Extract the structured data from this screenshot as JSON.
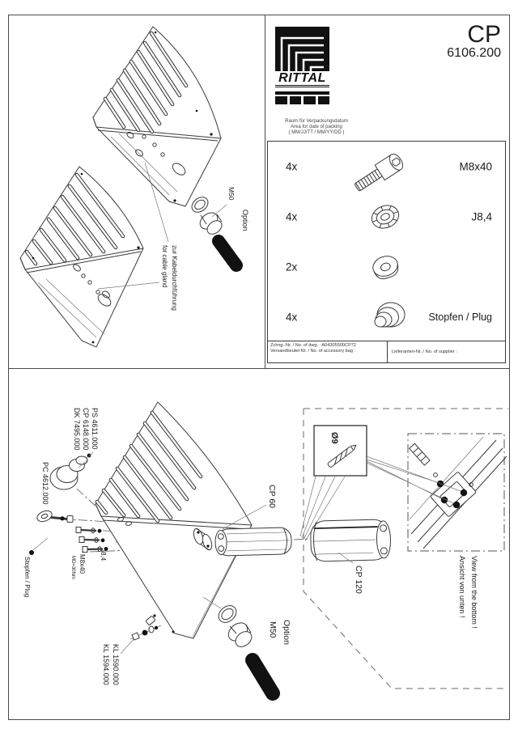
{
  "doc": {
    "brand": "RITTAL",
    "product_family": "CP",
    "model": "6106.200",
    "packing_note": [
      "Raum für Verpackungsdatum",
      "Area for date of packing",
      "( MM/JJ/TT / MM/YY/DD )"
    ]
  },
  "parts_box": {
    "rows": [
      {
        "qty": "4x",
        "label": "M8x40",
        "icon": "socket-head-screw-icon"
      },
      {
        "qty": "4x",
        "label": "J8,4",
        "icon": "serrated-lock-washer-icon"
      },
      {
        "qty": "2x",
        "label": "",
        "icon": "flat-washer-icon"
      },
      {
        "qty": "4x",
        "label": "Stopfen / Plug",
        "icon": "plug-icon"
      }
    ],
    "footer": {
      "drawing_no": "Zchng.-Nr. / No. of dwg. : A04305500CP72",
      "accessory_bag": "Versandbeutel-Nr. / No. of accessory bag :",
      "supplier": "Lieferanten-Nr. / No. of supplier :"
    }
  },
  "top_view": {
    "labels": {
      "m50": "M50",
      "option": "Option",
      "cable_gland_de": "zur Kabeldurchführung",
      "cable_gland_en": "for cable gland"
    }
  },
  "bottom_view": {
    "labels": {
      "ps": "PS 4611.000",
      "cp6148": "CP 6148.000",
      "dk": "DK 7495.000",
      "pc": "PC 4612.000",
      "stopfen": "Stopfen / Plug",
      "m8x40": "M8x40",
      "torque": "MD=30Nm",
      "j84": "J8,4",
      "kl1590": "KL 1590.000",
      "kl1594": "KL 1594.000",
      "cp60": "CP 60",
      "cp120": "CP 120",
      "drill": "Ø9",
      "option": "Option",
      "m50": "M50",
      "view_de": "Ansicht von unten !",
      "view_en": "View from the bottom !"
    }
  },
  "colors": {
    "line": "#3a3a3a",
    "ink": "#111",
    "paper": "#ffffff"
  }
}
